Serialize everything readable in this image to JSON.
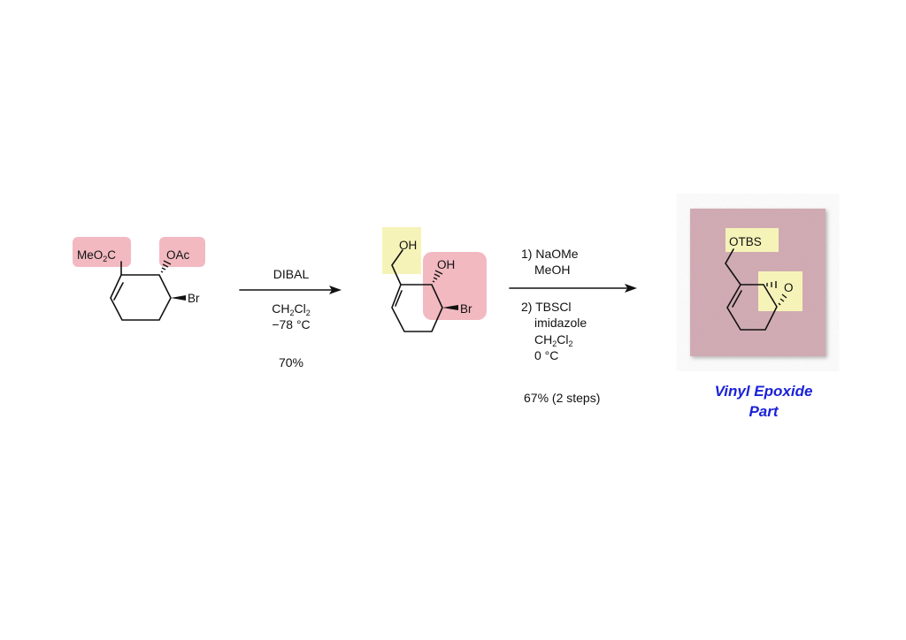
{
  "colors": {
    "pink_highlight": "#f2b9c1",
    "yellow_highlight": "#f6f3b9",
    "product_box": "#d4aeb6",
    "title_blue": "#1a22d8"
  },
  "starting_material": {
    "ester": {
      "a": "MeO",
      "sub": "2",
      "b": "C"
    },
    "acetate": "OAc",
    "bromide": "Br"
  },
  "step1": {
    "reagent": "DIBAL",
    "solvent": {
      "a": "CH",
      "s1": "2",
      "b": "Cl",
      "s2": "2"
    },
    "temperature": "−78 °C",
    "yield": "70%"
  },
  "intermediate": {
    "oh1": "OH",
    "oh2": "OH",
    "bromide": "Br"
  },
  "step2": {
    "line1": "1) NaOMe",
    "line2": "MeOH",
    "line3": "2) TBSCl",
    "line4": "imidazole",
    "solvent": {
      "a": "CH",
      "s1": "2",
      "b": "Cl",
      "s2": "2"
    },
    "temperature": "0 °C",
    "yield": "67% (2 steps)"
  },
  "product": {
    "otbs": "OTBS",
    "epoxide_o": "O"
  },
  "caption": {
    "line1": "Vinyl Epoxide",
    "line2": "Part"
  }
}
